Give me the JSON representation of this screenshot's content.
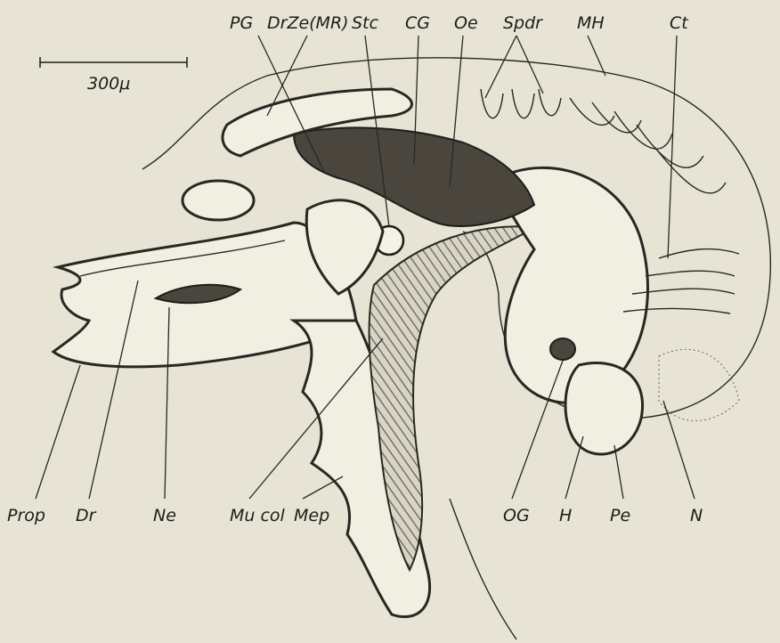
{
  "scale_bar": {
    "label": "300μ"
  },
  "labels": {
    "PG": "PG",
    "DrZe": "DrZe(MR)",
    "Stc": "Stc",
    "CG": "CG",
    "Oe": "Oe",
    "Spdr": "Spdr",
    "MH": "MH",
    "Ct": "Ct",
    "Prop": "Prop",
    "Dr": "Dr",
    "Ne": "Ne",
    "Mucol": "Mu col",
    "Mep": "Mep",
    "OG": "OG",
    "H": "H",
    "Pe": "Pe",
    "N": "N"
  }
}
